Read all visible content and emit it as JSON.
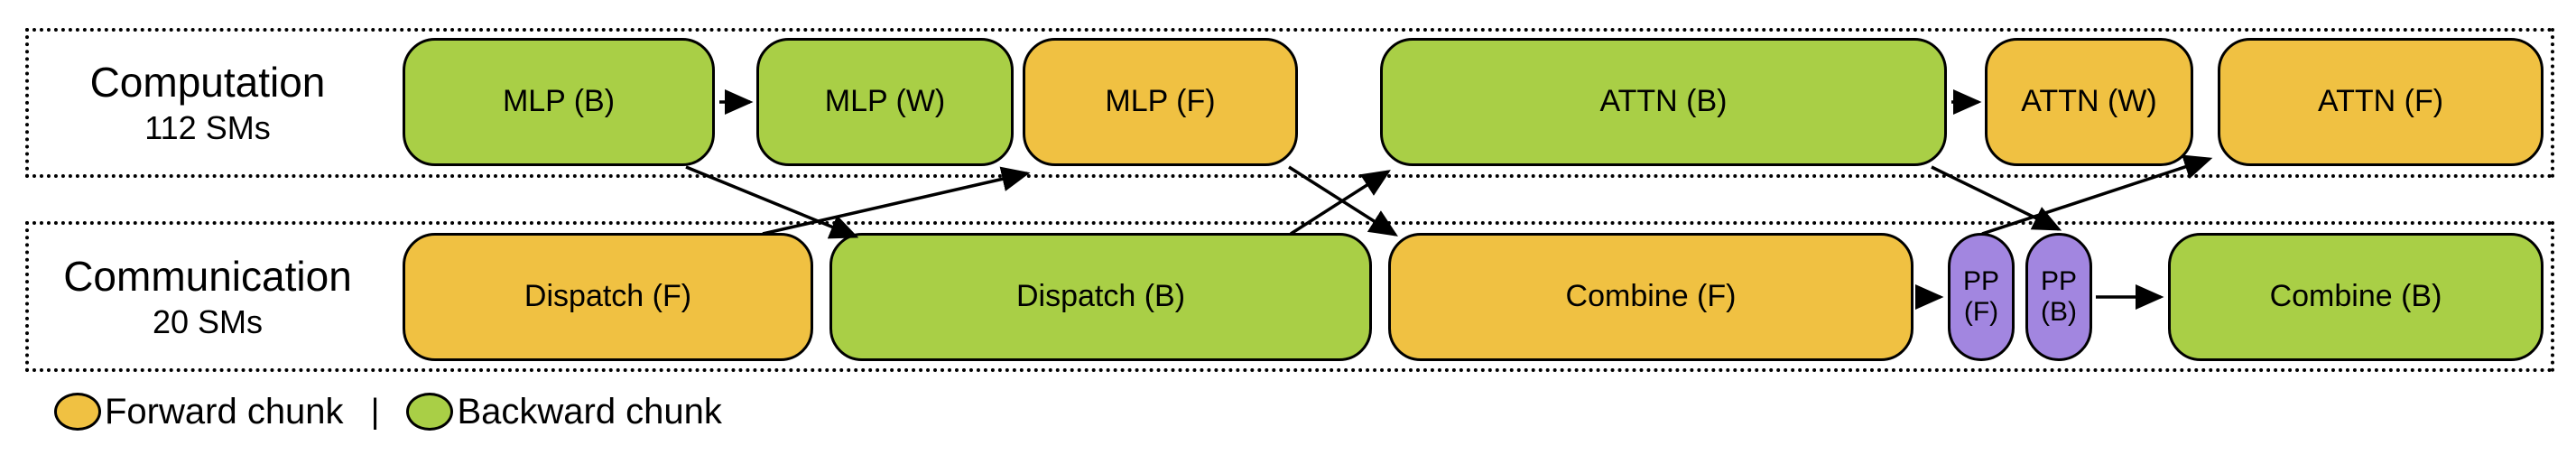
{
  "rows": {
    "computation": {
      "title": "Computation",
      "subtitle": "112 SMs",
      "blocks": [
        {
          "label": "MLP (B)",
          "type": "backward"
        },
        {
          "label": "MLP (W)",
          "type": "backward"
        },
        {
          "label": "MLP (F)",
          "type": "forward"
        },
        {
          "label": "ATTN (B)",
          "type": "backward"
        },
        {
          "label": "ATTN (W)",
          "type": "forward"
        },
        {
          "label": "ATTN (F)",
          "type": "forward"
        }
      ]
    },
    "communication": {
      "title": "Communication",
      "subtitle": "20 SMs",
      "blocks": [
        {
          "label": "Dispatch (F)",
          "type": "forward"
        },
        {
          "label": "Dispatch (B)",
          "type": "backward"
        },
        {
          "label": "Combine (F)",
          "type": "forward"
        },
        {
          "label": "PP",
          "sub": "(F)",
          "type": "pp"
        },
        {
          "label": "PP",
          "sub": "(B)",
          "type": "pp"
        },
        {
          "label": "Combine (B)",
          "type": "backward"
        }
      ]
    }
  },
  "legend": {
    "forward_label": "Forward chunk",
    "separator": "|",
    "backward_label": "Backward chunk"
  },
  "colors": {
    "forward": "#F0C142",
    "backward": "#A9CF46",
    "pp": "#A286E0",
    "outline": "#000000"
  }
}
